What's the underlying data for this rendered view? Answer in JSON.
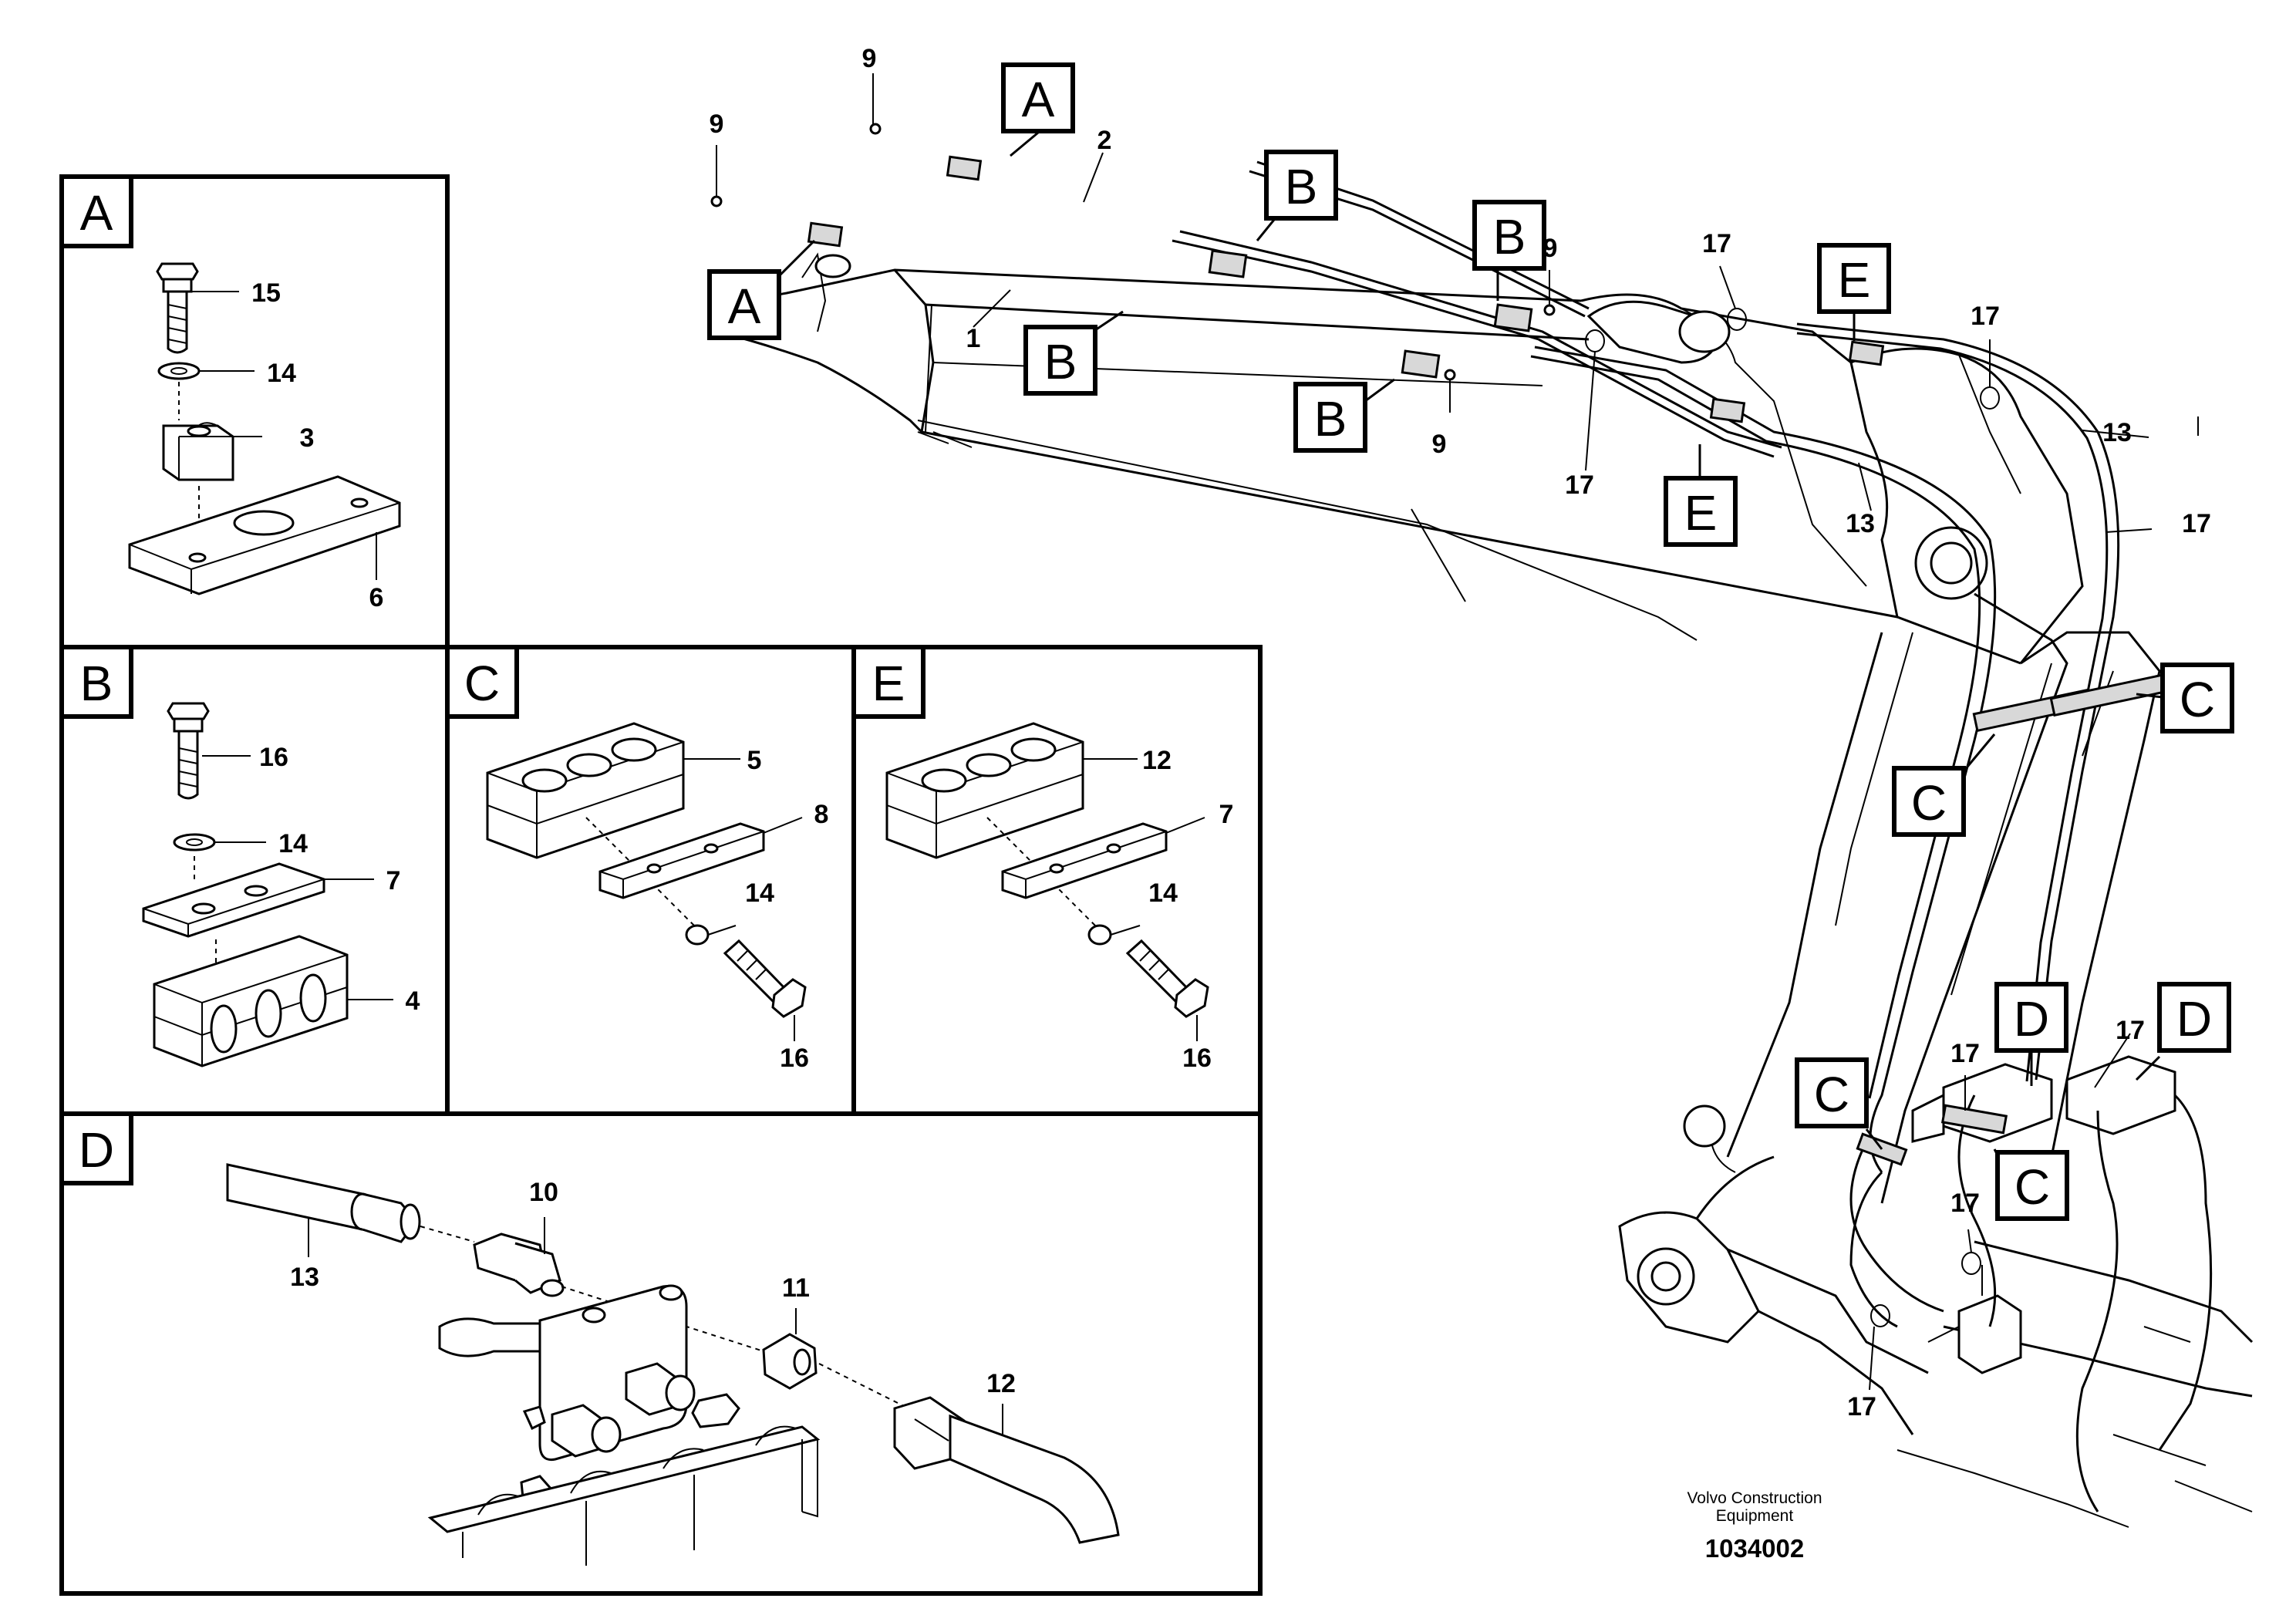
{
  "panels": [
    {
      "id": "A",
      "letter": "A",
      "labels": [
        "15",
        "14",
        "3",
        "6"
      ]
    },
    {
      "id": "B",
      "letter": "B",
      "labels": [
        "16",
        "14",
        "7",
        "4"
      ]
    },
    {
      "id": "C",
      "letter": "C",
      "labels": [
        "5",
        "8",
        "14",
        "16"
      ]
    },
    {
      "id": "E",
      "letter": "E",
      "labels": [
        "12",
        "7",
        "14",
        "16"
      ]
    },
    {
      "id": "D",
      "letter": "D",
      "labels": [
        "10",
        "13",
        "11",
        "12"
      ]
    }
  ],
  "main_view": {
    "section_markers": [
      "A",
      "A",
      "B",
      "B",
      "B",
      "B",
      "E",
      "E",
      "C",
      "C",
      "C",
      "C",
      "D",
      "D"
    ],
    "part_labels": [
      "9",
      "9",
      "9",
      "9",
      "2",
      "1",
      "17",
      "17",
      "17",
      "17",
      "17",
      "17",
      "17",
      "17",
      "13",
      "13"
    ]
  },
  "credit": {
    "line1": "Volvo Construction",
    "line2": "Equipment"
  },
  "document_number": "1034002"
}
